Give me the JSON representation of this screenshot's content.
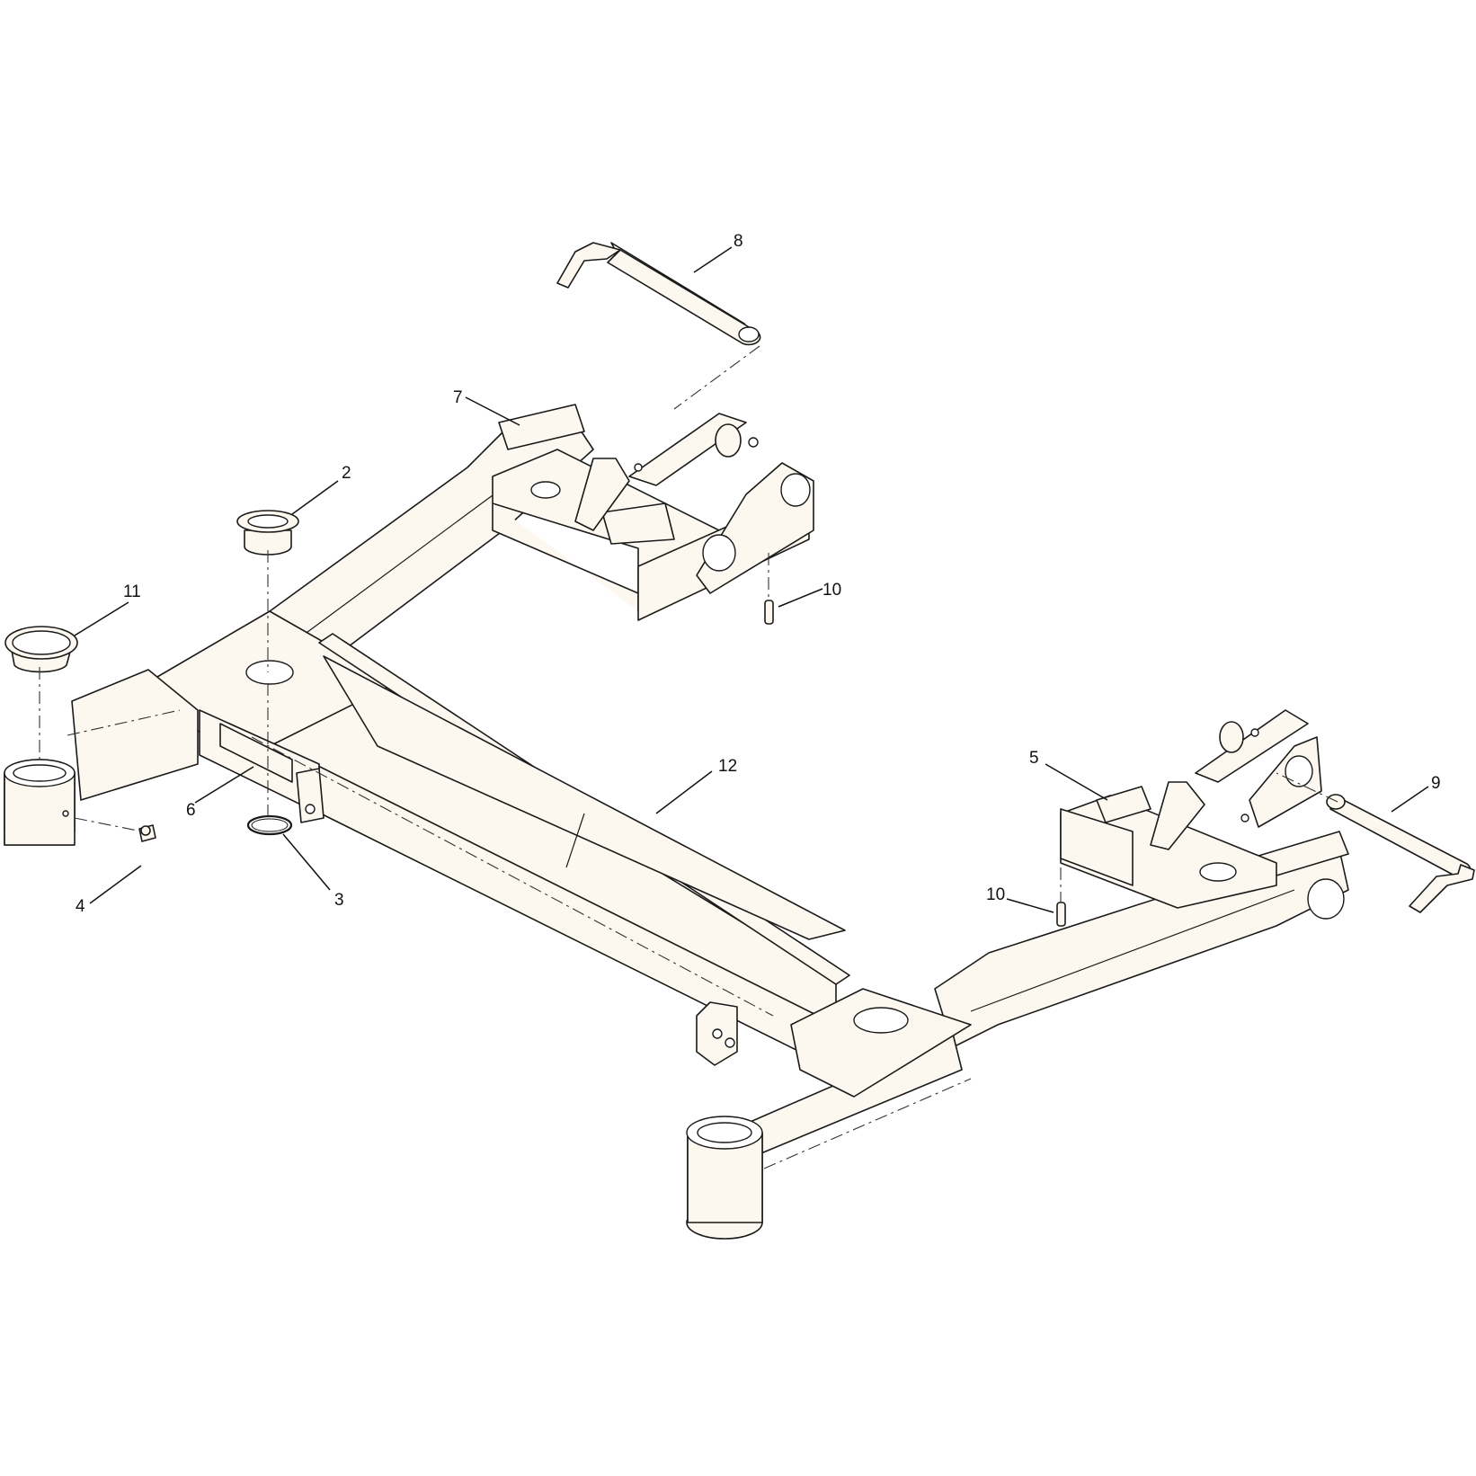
{
  "colors": {
    "part_fill": "#fcf8f0",
    "line": "#1a1a1a",
    "background": "#ffffff"
  },
  "callouts": {
    "c2": "2",
    "c3": "3",
    "c4": "4",
    "c5": "5",
    "c6": "6",
    "c7": "7",
    "c8": "8",
    "c9": "9",
    "c10a": "10",
    "c10b": "10",
    "c11": "11",
    "c12": "12"
  }
}
